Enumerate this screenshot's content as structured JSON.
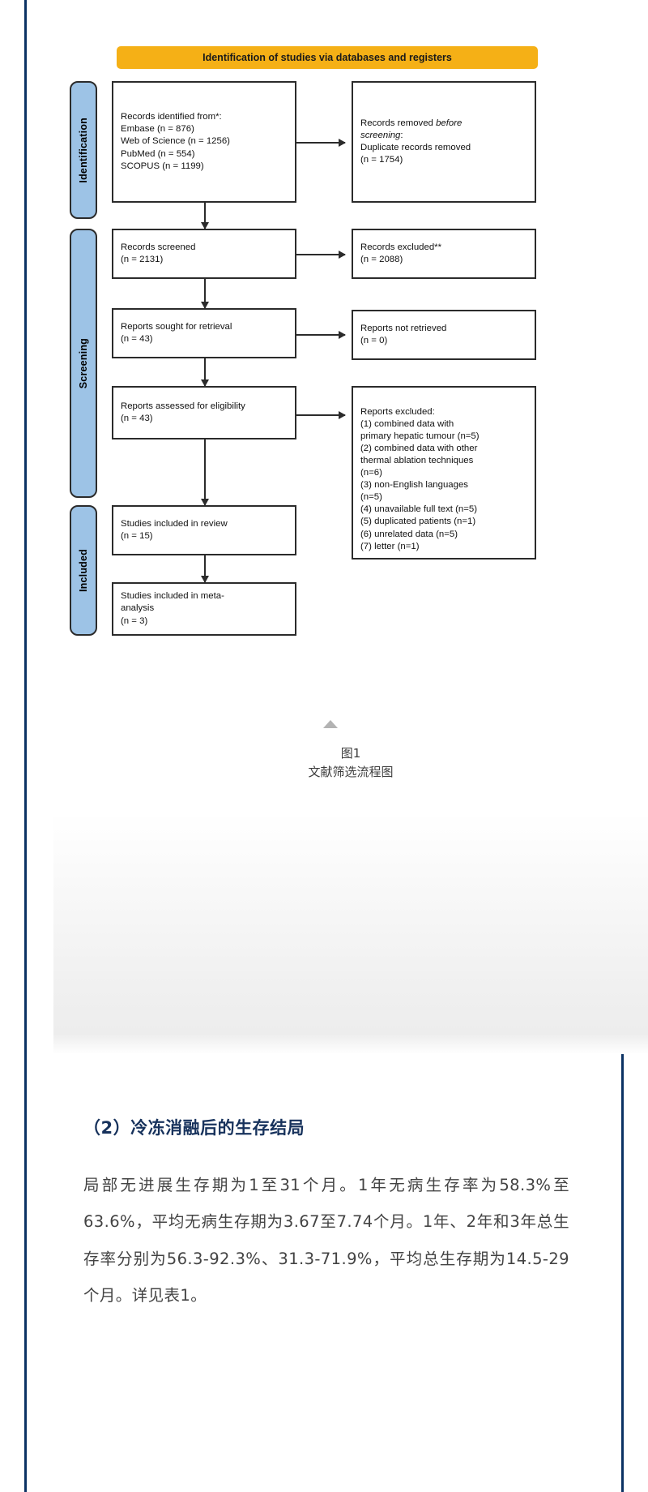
{
  "figure": {
    "banner": "Identification of studies via databases and registers",
    "phases": [
      {
        "id": "identification",
        "label": "Identification"
      },
      {
        "id": "screening",
        "label": "Screening"
      },
      {
        "id": "included",
        "label": "Included"
      }
    ],
    "nodes": {
      "records_identified": "Records identified from*:\n    Embase (n = 876)\n    Web of Science (n = 1256)\n    PubMed (n = 554)\n    SCOPUS (n = 1199)",
      "records_removed_line1": "Records removed ",
      "records_removed_em1": "before",
      "records_removed_em2": "screening",
      "records_removed_rest": ":\n    Duplicate records removed\n    (n = 1754)",
      "records_screened": "Records screened\n(n = 2131)",
      "records_excluded": "Records excluded**\n(n = 2088)",
      "reports_sought": "Reports sought for retrieval\n(n = 43)",
      "reports_not_retrieved": "Reports not retrieved\n(n = 0)",
      "reports_assessed": "Reports assessed for eligibility\n(n = 43)",
      "reports_excluded": "Reports excluded:\n    (1) combined data with\n    primary hepatic tumour (n=5)\n    (2) combined data with other\n    thermal ablation techniques\n    (n=6)\n    (3) non-English languages\n    (n=5)\n    (4) unavailable full text (n=5)\n    (5) duplicated patients (n=1)\n    (6) unrelated data (n=5)\n    (7) letter (n=1)",
      "studies_included_review": "Studies included in review\n(n = 15)",
      "studies_included_meta": "Studies included in meta-\nanalysis\n(n = 3)"
    },
    "caption_number": "图1",
    "caption_title": "文献筛选流程图",
    "colors": {
      "banner": "#f5b016",
      "phase_band": "#9dc3e6",
      "box_border": "#2b2b2b"
    }
  },
  "article": {
    "heading": "（2）冷冻消融后的生存结局",
    "paragraph": "局部无进展生存期为1至31个月。1年无病生存率为58.3%至63.6%，平均无病生存期为3.67至7.74个月。1年、2年和3年总生存率分别为56.3-92.3%、31.3-71.9%，平均总生存期为14.5-29个月。详见表1。",
    "accent_color": "#0b3263"
  }
}
